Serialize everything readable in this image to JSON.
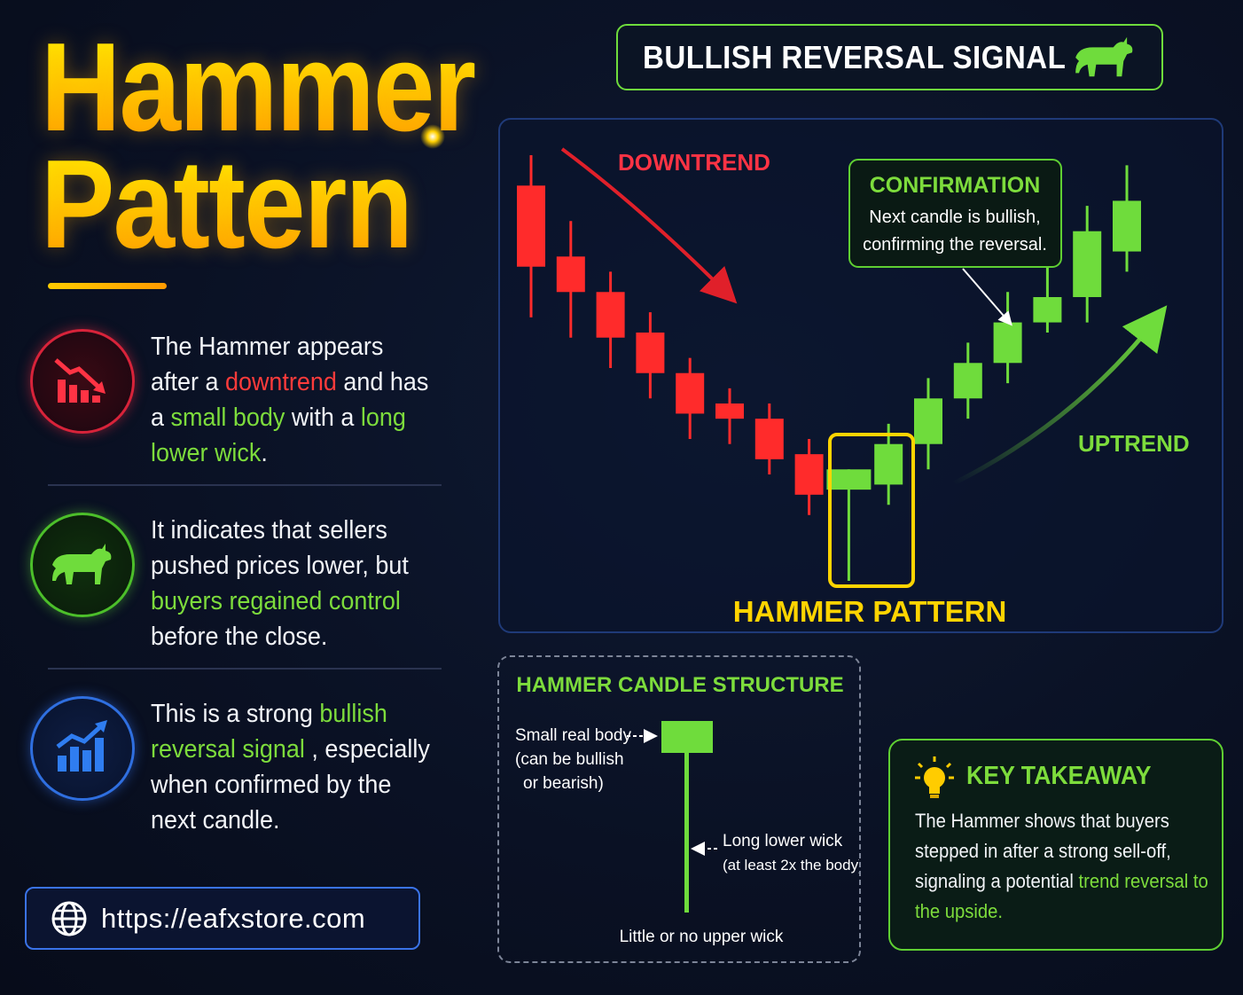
{
  "title": {
    "line1": "Hammer",
    "line2": "Pattern"
  },
  "features": [
    {
      "icon": "falling-bar-chart-icon",
      "parts": [
        "The Hammer appears after a ",
        "downtrend",
        " and has a ",
        "small body",
        " with a ",
        "long lower wick",
        "."
      ]
    },
    {
      "icon": "bull-icon",
      "parts": [
        "It indicates that sellers pushed prices lower, but ",
        "buyers regained control",
        " before the close."
      ]
    },
    {
      "icon": "rising-bar-chart-icon",
      "parts": [
        "This is a strong ",
        "bullish reversal signal",
        " , especially when confirmed by the next candle."
      ]
    }
  ],
  "website": {
    "url": "https://eafxstore.com",
    "icon": "globe-icon"
  },
  "signal": {
    "label": "BULLISH REVERSAL SIGNAL",
    "icon": "bull-icon"
  },
  "chart": {
    "downtrend_label": "DOWNTREND",
    "uptrend_label": "UPTREND",
    "hammer_label": "HAMMER PATTERN",
    "confirmation": {
      "title": "CONFIRMATION",
      "line1": "Next candle is bullish,",
      "line2": "confirming the reversal."
    }
  },
  "structure": {
    "title": "HAMMER CANDLE STRUCTURE",
    "body_label_1": "Small real body",
    "body_label_2": "(can be bullish",
    "body_label_3": "or bearish)",
    "wick_label_1": "Long lower wick",
    "wick_label_2": "(at least 2x the body)",
    "upper_label": "Little or no upper wick"
  },
  "takeaway": {
    "title": "KEY TAKEAWAY",
    "icon": "lightbulb-icon",
    "text": "The Hammer shows that buyers stepped in after a strong sell-off, signaling a potential ",
    "highlight": "trend reversal to the upside."
  },
  "colors": {
    "bearish": "#ff2b2b",
    "bullish": "#6fdc3c",
    "hammer_frame": "#ffd400",
    "title_gold": "#ffc400"
  },
  "candles": [
    {
      "dir": "down",
      "o": 100,
      "c": 84,
      "h": 106,
      "l": 74
    },
    {
      "dir": "down",
      "o": 86,
      "c": 79,
      "h": 93,
      "l": 70
    },
    {
      "dir": "down",
      "o": 79,
      "c": 70,
      "h": 83,
      "l": 64
    },
    {
      "dir": "down",
      "o": 71,
      "c": 63,
      "h": 75,
      "l": 58
    },
    {
      "dir": "down",
      "o": 63,
      "c": 55,
      "h": 66,
      "l": 50
    },
    {
      "dir": "down",
      "o": 57,
      "c": 54,
      "h": 60,
      "l": 49
    },
    {
      "dir": "down",
      "o": 54,
      "c": 46,
      "h": 57,
      "l": 43
    },
    {
      "dir": "down",
      "o": 47,
      "c": 39,
      "h": 50,
      "l": 35
    },
    {
      "dir": "up",
      "o": 40,
      "c": 44,
      "h": 44,
      "l": 22,
      "hammer": true
    },
    {
      "dir": "up",
      "o": 41,
      "c": 49,
      "h": 53,
      "l": 37
    },
    {
      "dir": "up",
      "o": 49,
      "c": 58,
      "h": 62,
      "l": 44
    },
    {
      "dir": "up",
      "o": 58,
      "c": 65,
      "h": 69,
      "l": 54
    },
    {
      "dir": "up",
      "o": 65,
      "c": 73,
      "h": 79,
      "l": 61
    },
    {
      "dir": "up",
      "o": 73,
      "c": 78,
      "h": 84,
      "l": 71
    },
    {
      "dir": "up",
      "o": 78,
      "c": 91,
      "h": 96,
      "l": 73
    },
    {
      "dir": "up",
      "o": 87,
      "c": 97,
      "h": 104,
      "l": 83
    }
  ]
}
